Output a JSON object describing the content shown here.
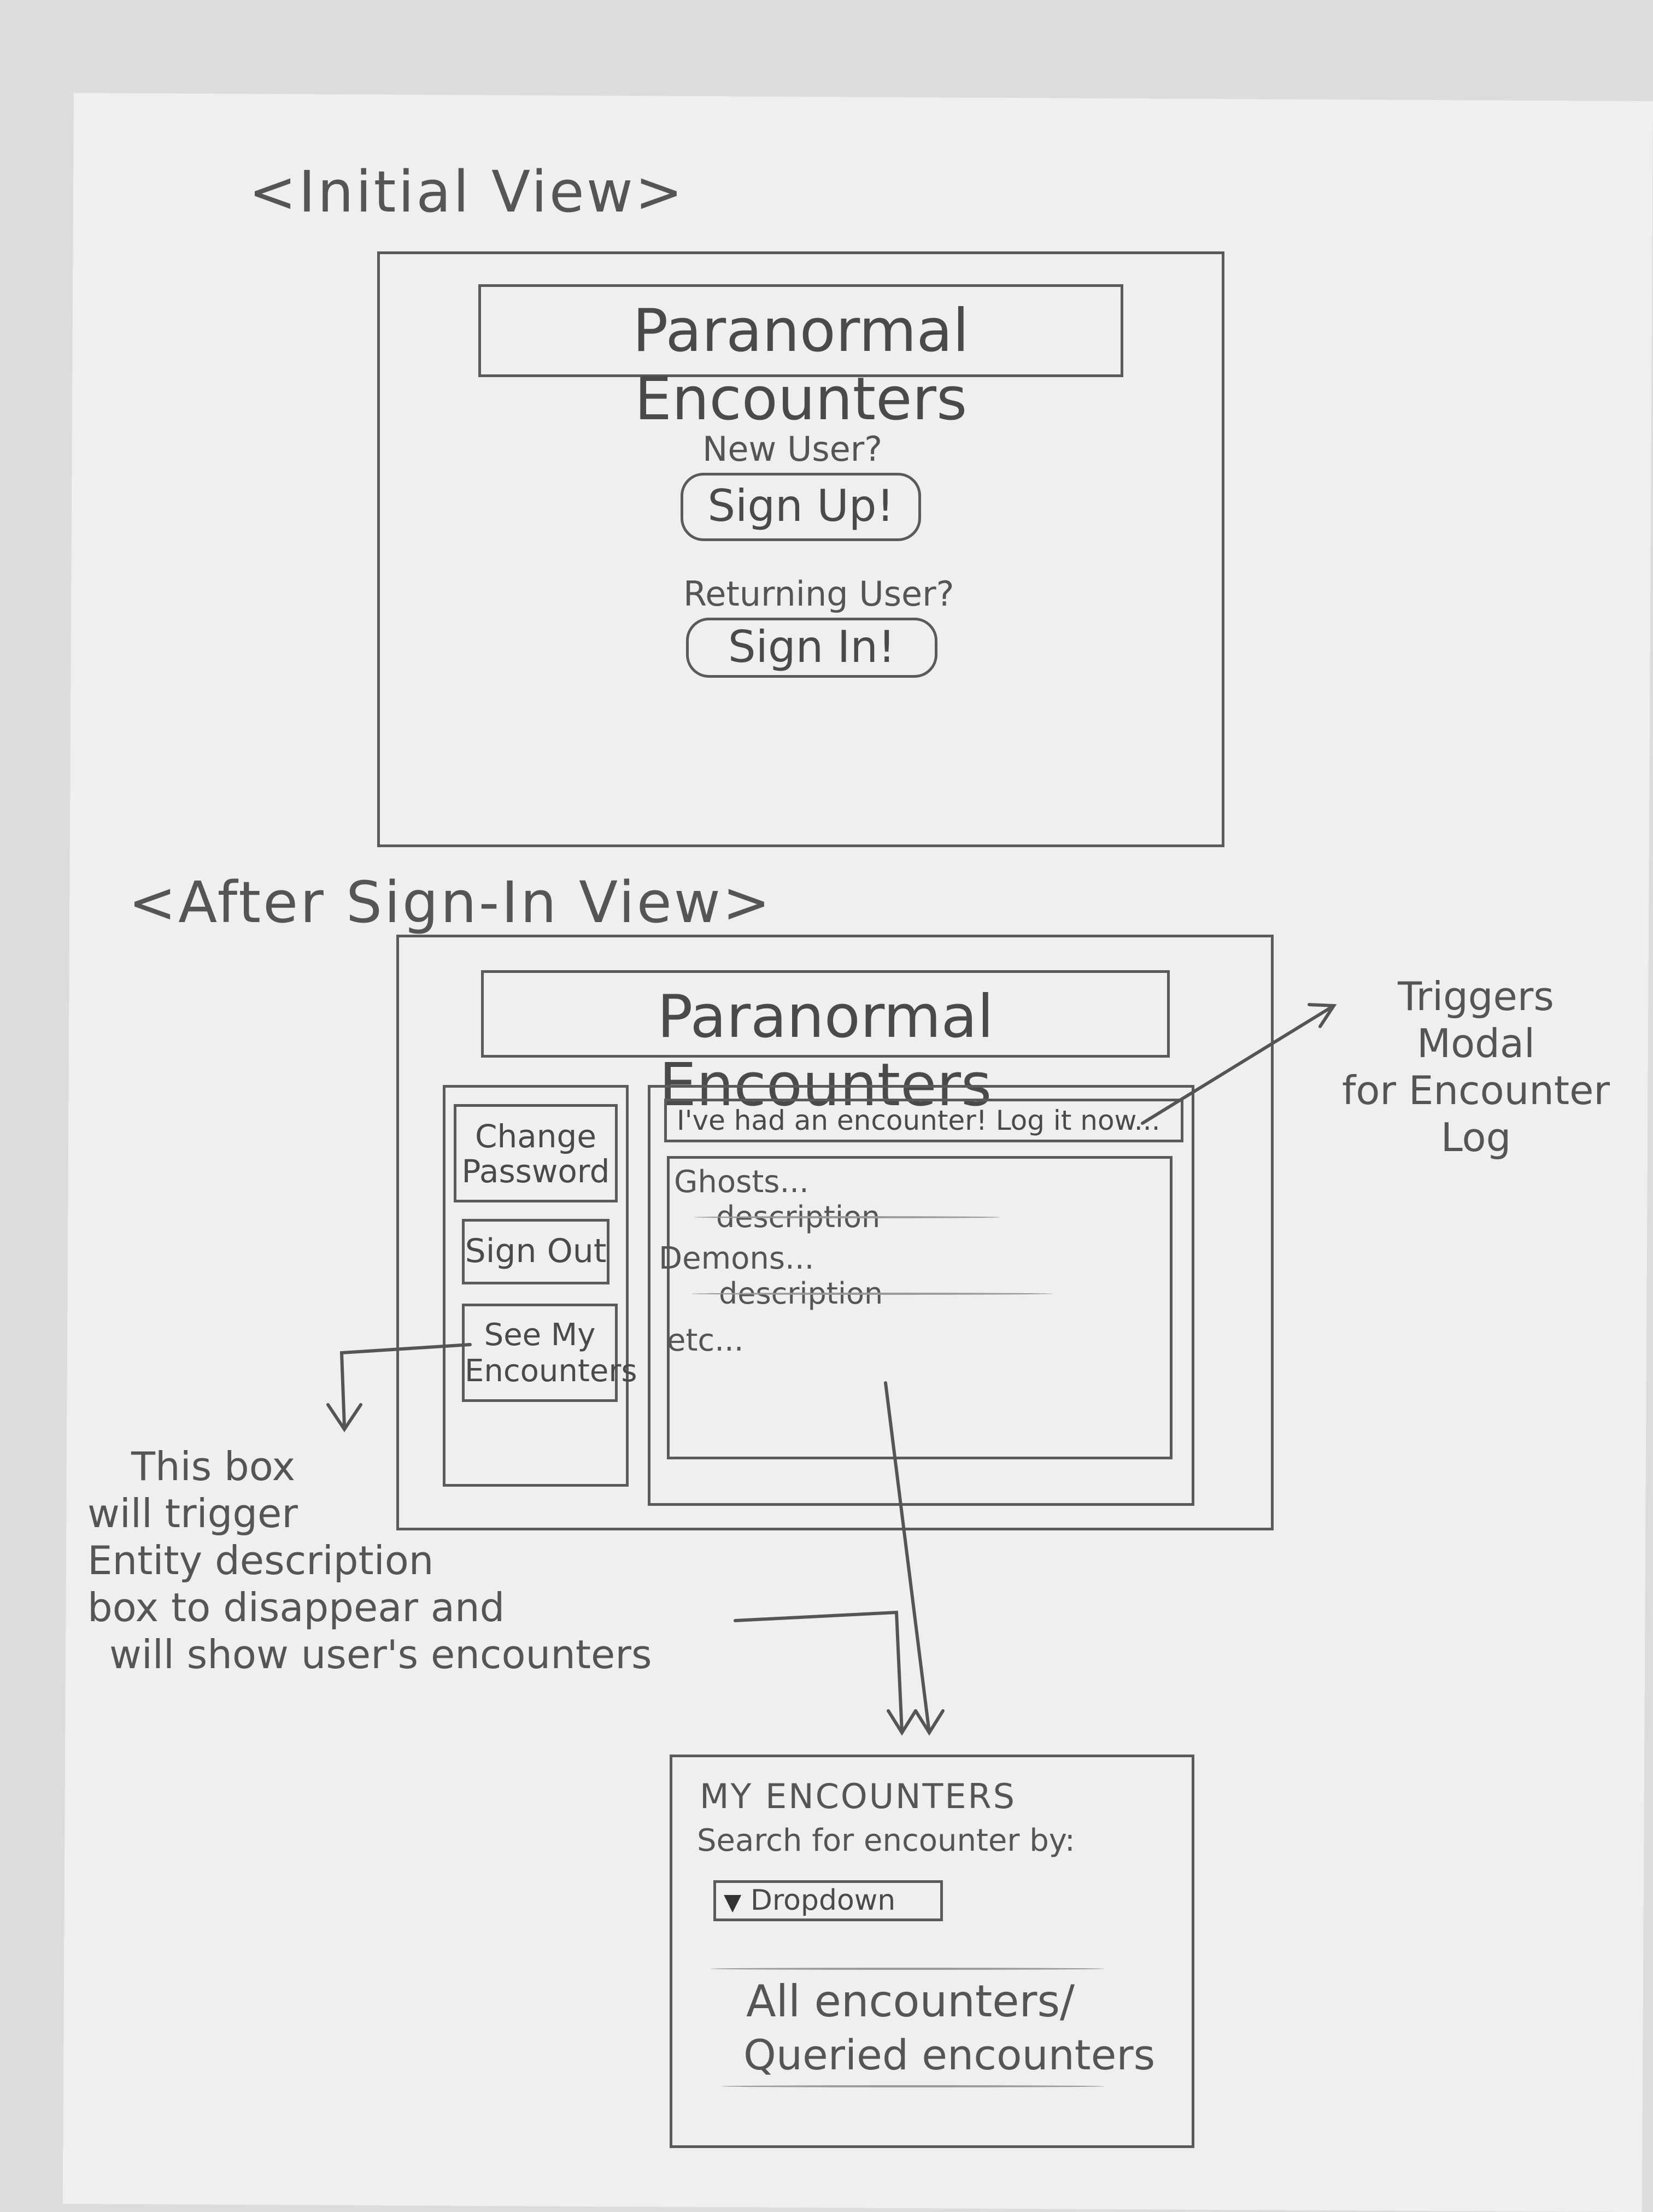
{
  "initial_view": {
    "heading": "<Initial View>",
    "title": "Paranormal Encounters",
    "new_user_label": "New User?",
    "signup_button": "Sign Up!",
    "returning_user_label": "Returning User?",
    "signin_button": "Sign In!"
  },
  "after_signin_view": {
    "heading": "<After Sign-In View>",
    "title": "Paranormal Encounters",
    "sidebar": {
      "items": [
        {
          "label_line1": "Change",
          "label_line2": "Password"
        },
        {
          "label_line1": "Sign Out",
          "label_line2": ""
        },
        {
          "label_line1": "See My",
          "label_line2": "Encounters"
        }
      ]
    },
    "log_button": "I've had an encounter! Log it now...",
    "entities": [
      {
        "name": "Ghosts...",
        "description": "description"
      },
      {
        "name": "Demons...",
        "description": "description"
      },
      {
        "name": "etc...",
        "description": ""
      }
    ]
  },
  "annotations": {
    "modal_note": [
      "Triggers",
      "Modal",
      "for Encounter",
      "Log"
    ],
    "encounters_note": [
      "This box",
      "will trigger",
      "Entity description",
      "box to disappear and",
      "will show user's encounters"
    ]
  },
  "my_encounters": {
    "title": "MY ENCOUNTERS",
    "search_label": "Search for encounter by:",
    "dropdown_label": "Dropdown",
    "dropdown_icon": "triangle-down-icon",
    "results_line1": "All encounters/",
    "results_line2": "Queried encounters"
  }
}
